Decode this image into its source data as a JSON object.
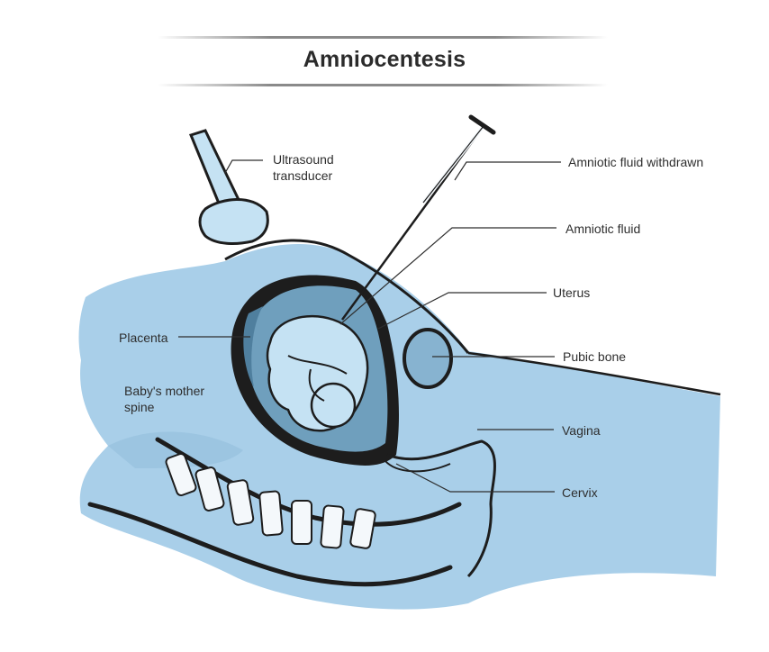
{
  "title": "Amniocentesis",
  "labels": {
    "ultrasound_transducer": "Ultrasound\ntransducer",
    "amniotic_fluid_withdrawn": "Amniotic fluid withdrawn",
    "amniotic_fluid": "Amniotic fluid",
    "uterus": "Uterus",
    "placenta": "Placenta",
    "pubic_bone": "Pubic bone",
    "spine": "Baby's mother\nspine",
    "vagina": "Vagina",
    "cervix": "Cervix"
  },
  "colors": {
    "body": "#a9cfe9",
    "fluid": "#6f9fbd",
    "outline": "#1d1d1d",
    "fetus": "#c5e2f3",
    "label_text": "#2e2e2e"
  }
}
